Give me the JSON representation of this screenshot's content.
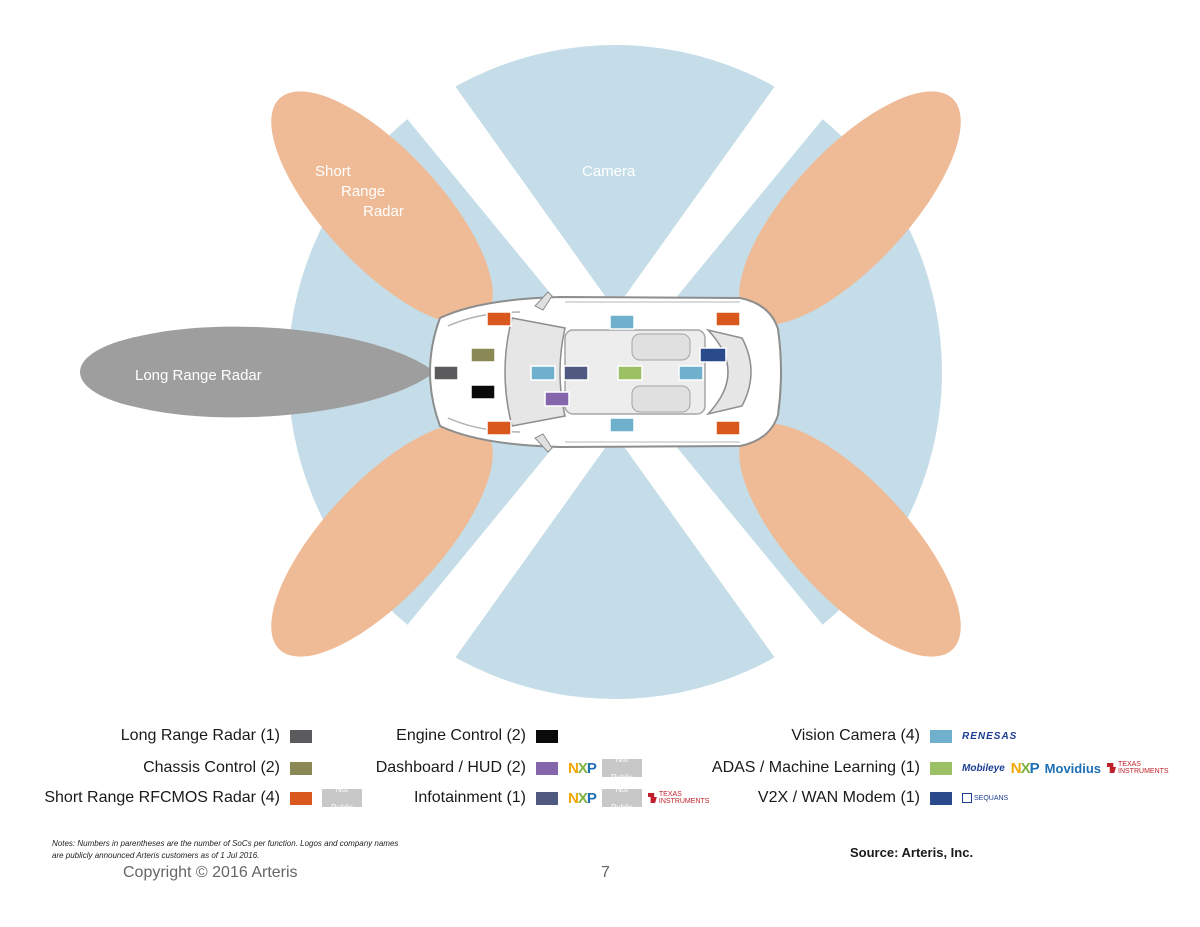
{
  "zones": {
    "camera": "Camera",
    "short_range_radar": [
      "Short",
      "Range",
      "Radar"
    ],
    "long_range_radar": "Long Range Radar"
  },
  "colors": {
    "camera_zone": "#c4dde8",
    "short_radar_zone": "#efbb96",
    "long_radar_zone": "#9e9e9e",
    "long_range_radar": "#5b5b5d",
    "chassis_control": "#8a8855",
    "short_range_radar": "#d9581d",
    "engine_control": "#0a0a0a",
    "dashboard_hud": "#8566ad",
    "infotainment": "#505a80",
    "vision_camera": "#6fb0cc",
    "adas": "#9cc064",
    "v2x": "#2b4a8c"
  },
  "legend": {
    "col1": [
      {
        "label": "Long Range Radar (1)",
        "color": "#5b5b5d"
      },
      {
        "label": "Chassis Control (2)",
        "color": "#8a8855"
      },
      {
        "label": "Short Range RFCMOS Radar (4)",
        "color": "#d9581d"
      }
    ],
    "col2": [
      {
        "label": "Engine Control (2)",
        "color": "#0a0a0a"
      },
      {
        "label": "Dashboard / HUD (2)",
        "color": "#8566ad"
      },
      {
        "label": "Infotainment (1)",
        "color": "#505a80"
      }
    ],
    "col3": [
      {
        "label": "Vision Camera (4)",
        "color": "#6fb0cc"
      },
      {
        "label": "ADAS / Machine Learning (1)",
        "color": "#9cc064"
      },
      {
        "label": "V2X / WAN Modem (1)",
        "color": "#2b4a8c"
      }
    ]
  },
  "logos": {
    "not_public": [
      "Not",
      "Public"
    ],
    "nxp": "NXP",
    "ti": [
      "Texas",
      "Instruments"
    ],
    "renesas": "RENESAS",
    "mobileye": "Mobileye",
    "movidius": "Movidius",
    "sequans": "SEQUANS"
  },
  "footer": {
    "notes": "Notes: Numbers in parentheses are the number of SoCs per function. Logos and company names are publicly announced Arteris customers as of 1 Jul 2016.",
    "source": "Source: Arteris, Inc.",
    "copyright": "Copyright © 2016 Arteris",
    "page_number": "7"
  }
}
